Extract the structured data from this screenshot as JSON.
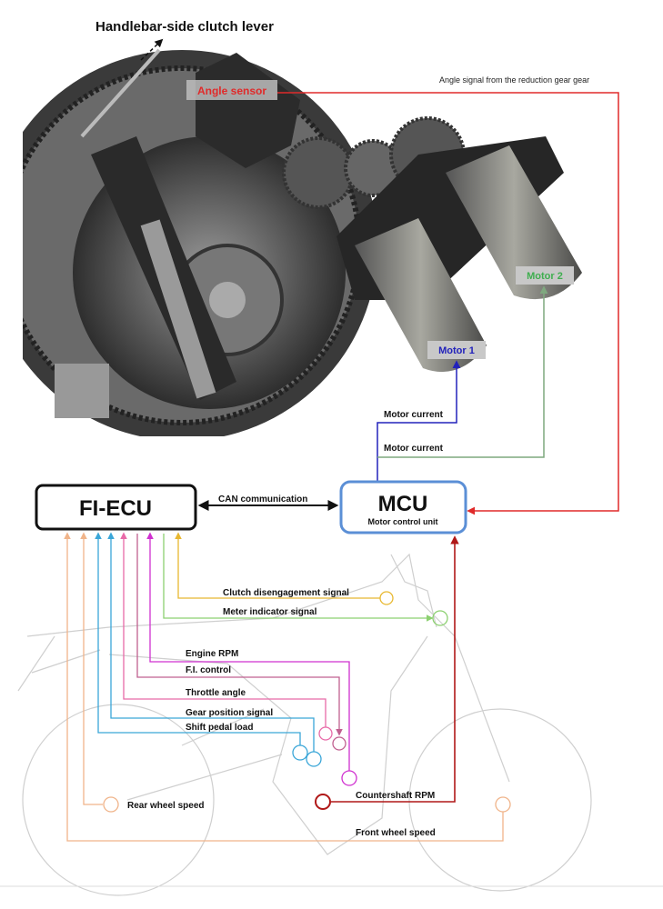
{
  "title": "Handlebar-side clutch lever",
  "labels": {
    "angle_sensor": "Angle sensor",
    "angle_signal": "Angle signal from the reduction gear gear",
    "motor1": "Motor 1",
    "motor2": "Motor 2",
    "motor_current_1": "Motor current",
    "motor_current_2": "Motor current",
    "can": "CAN communication"
  },
  "boxes": {
    "ecu": "FI-ECU",
    "mcu": "MCU",
    "mcu_sub": "Motor control unit"
  },
  "signals": {
    "clutch": "Clutch disengagement signal",
    "meter": "Meter indicator signal",
    "engine_rpm": "Engine RPM",
    "fi_control": "F.I. control",
    "throttle": "Throttle angle",
    "gear_position": "Gear position signal",
    "shift_pedal": "Shift pedal load",
    "countershaft": "Countershaft RPM",
    "rear_wheel": "Rear wheel speed",
    "front_wheel": "Front wheel speed"
  },
  "colors": {
    "angle": "#e02a2a",
    "motor1": "#2222bb",
    "motor2": "#3fae4f",
    "mcu_border": "#5b8fd6",
    "wheel": "#f0b48a",
    "gear": "#3aa6d8",
    "throttle": "#e86aa8",
    "fi": "#c06090",
    "rpm": "#d030d0",
    "meter": "#8cd070",
    "clutch": "#e8b830",
    "countershaft": "#b01818"
  }
}
